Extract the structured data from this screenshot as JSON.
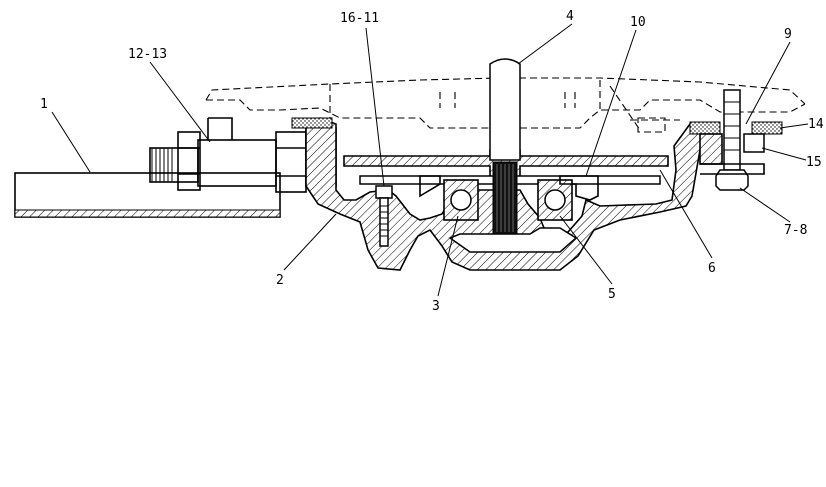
{
  "labels": {
    "l1": "1",
    "l2": "2",
    "l3": "3",
    "l4": "4",
    "l5": "5",
    "l6": "6",
    "l7_8": "7-8",
    "l9": "9",
    "l10": "10",
    "l12_13": "12-13",
    "l14": "14",
    "l15": "15",
    "l16_11": "16-11"
  }
}
